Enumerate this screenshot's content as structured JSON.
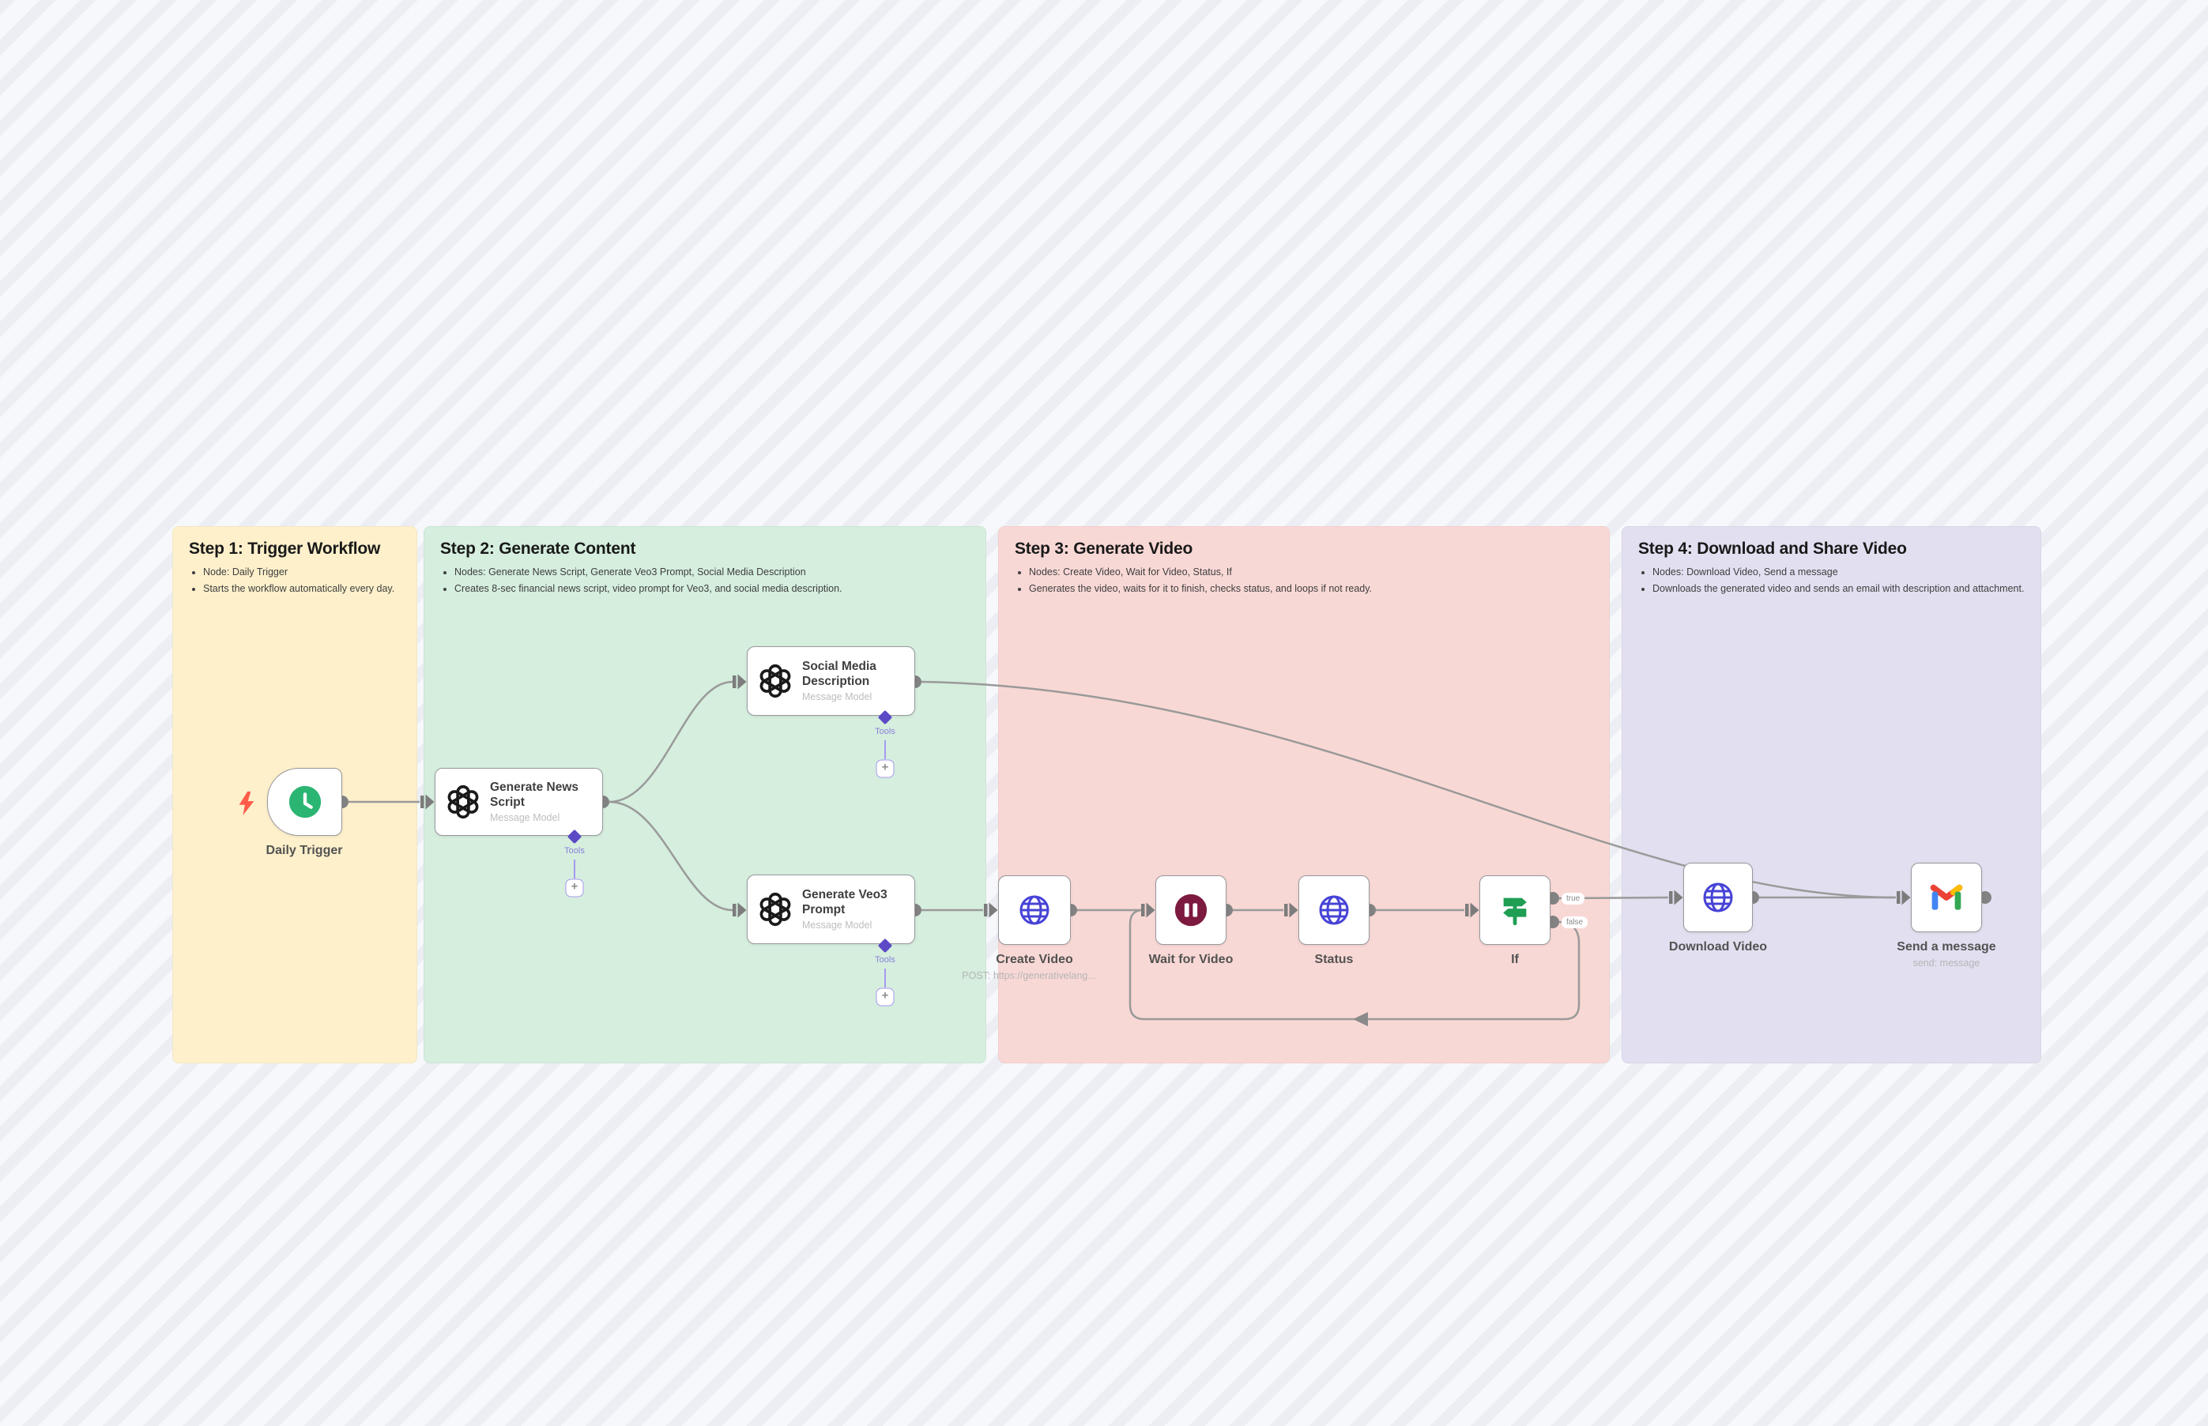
{
  "groups": [
    {
      "title": "Step 1: Trigger Workflow",
      "bullets": [
        "Node: Daily Trigger",
        "Starts the workflow automatically every day."
      ],
      "color": "#fdf0cb"
    },
    {
      "title": "Step 2: Generate Content",
      "bullets": [
        "Nodes: Generate News Script, Generate Veo3 Prompt, Social Media Description",
        "Creates 8-sec financial news script, video prompt for Veo3, and social media description."
      ],
      "color": "#d5eede"
    },
    {
      "title": "Step 3: Generate Video",
      "bullets": [
        "Nodes: Create Video, Wait for Video, Status, If",
        "Generates the video, waits for it to finish, checks status, and loops if not ready."
      ],
      "color": "#f8d8d5"
    },
    {
      "title": "Step 4: Download and Share Video",
      "bullets": [
        "Nodes: Download Video, Send a message",
        "Downloads the generated video and sends an email with description and attachment."
      ],
      "color": "#e2dff0"
    }
  ],
  "nodes": {
    "daily_trigger": {
      "label": "Daily Trigger"
    },
    "generate_news_script": {
      "title": "Generate News Script",
      "subtitle": "Message Model",
      "tools_label": "Tools"
    },
    "social_media_description": {
      "title": "Social Media Description",
      "subtitle": "Message Model",
      "tools_label": "Tools"
    },
    "generate_veo3_prompt": {
      "title": "Generate Veo3 Prompt",
      "subtitle": "Message Model",
      "tools_label": "Tools"
    },
    "create_video": {
      "label": "Create Video",
      "sublabel": "POST: https://generativelang..."
    },
    "wait_for_video": {
      "label": "Wait for Video"
    },
    "status": {
      "label": "Status"
    },
    "if": {
      "label": "If",
      "output_true": "true",
      "output_false": "false"
    },
    "download_video": {
      "label": "Download Video"
    },
    "send_a_message": {
      "label": "Send a message",
      "sublabel": "send: message"
    }
  },
  "ui": {
    "plus": "+"
  },
  "colors": {
    "canvas_stripe": "#eceef4",
    "sticky_yellow": "#fdf0cb",
    "sticky_green": "#d5eede",
    "sticky_pink": "#f8d8d5",
    "sticky_purple": "#e2dff0",
    "edge_gray": "#9a9a9a",
    "trigger_green": "#2bb573",
    "http_blue": "#4743d6",
    "wait_maroon": "#7d1a3f",
    "if_green": "#1f9e54",
    "tools_purple": "#5c49c6",
    "bolt_red": "#ff5c49",
    "gmail_red": "#EA4335",
    "gmail_blue": "#4285F4",
    "gmail_green": "#34A853",
    "gmail_yellow": "#FBBC04"
  }
}
